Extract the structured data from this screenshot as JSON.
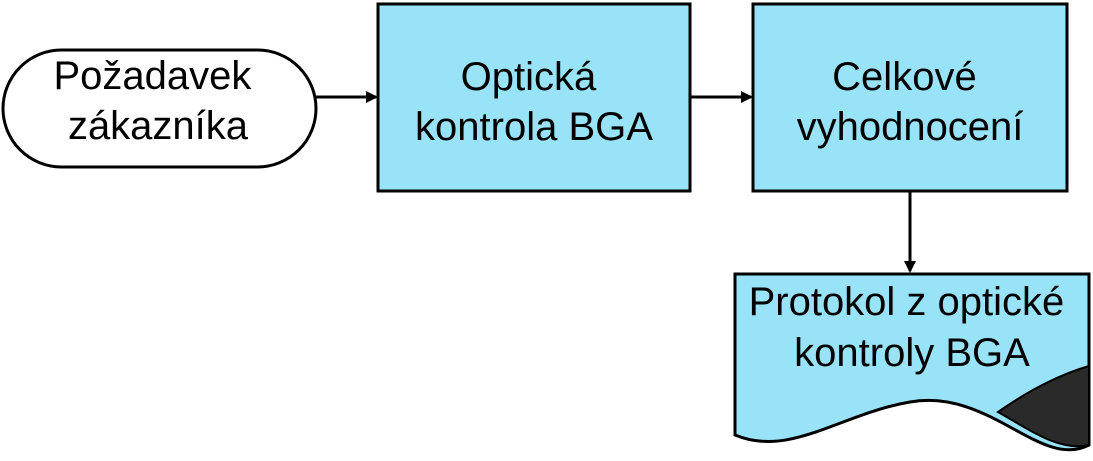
{
  "diagram": {
    "colors": {
      "process_fill": "#99e3f8",
      "stroke": "#000000",
      "terminator_fill": "#ffffff",
      "document_corner": "#2a2a2a",
      "background": "#ffffff"
    },
    "nodes": {
      "start": {
        "shape": "terminator",
        "lines": [
          "Požadavek",
          "zákazníka"
        ]
      },
      "optical_check": {
        "shape": "process",
        "lines": [
          "Optická",
          "kontrola BGA"
        ]
      },
      "evaluation": {
        "shape": "process",
        "lines": [
          "Celkové",
          "vyhodnocení"
        ]
      },
      "report": {
        "shape": "document",
        "lines": [
          "Protokol z optické",
          "kontroly BGA"
        ]
      }
    },
    "edges": [
      {
        "from": "start",
        "to": "optical_check"
      },
      {
        "from": "optical_check",
        "to": "evaluation"
      },
      {
        "from": "evaluation",
        "to": "report"
      }
    ]
  }
}
